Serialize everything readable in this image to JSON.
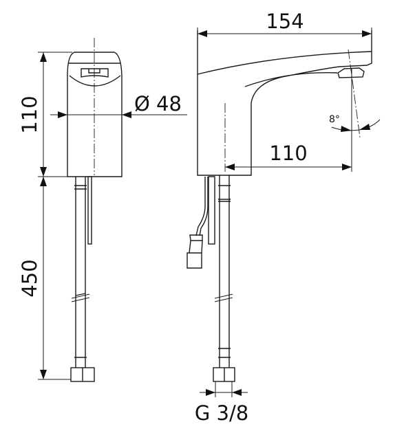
{
  "drawing": {
    "dimensions": {
      "body_height": "110",
      "hose_length": "450",
      "diameter": "Ø 48",
      "total_length": "154",
      "spout_reach": "110",
      "spray_angle": "8°",
      "thread": "G 3/8"
    }
  }
}
